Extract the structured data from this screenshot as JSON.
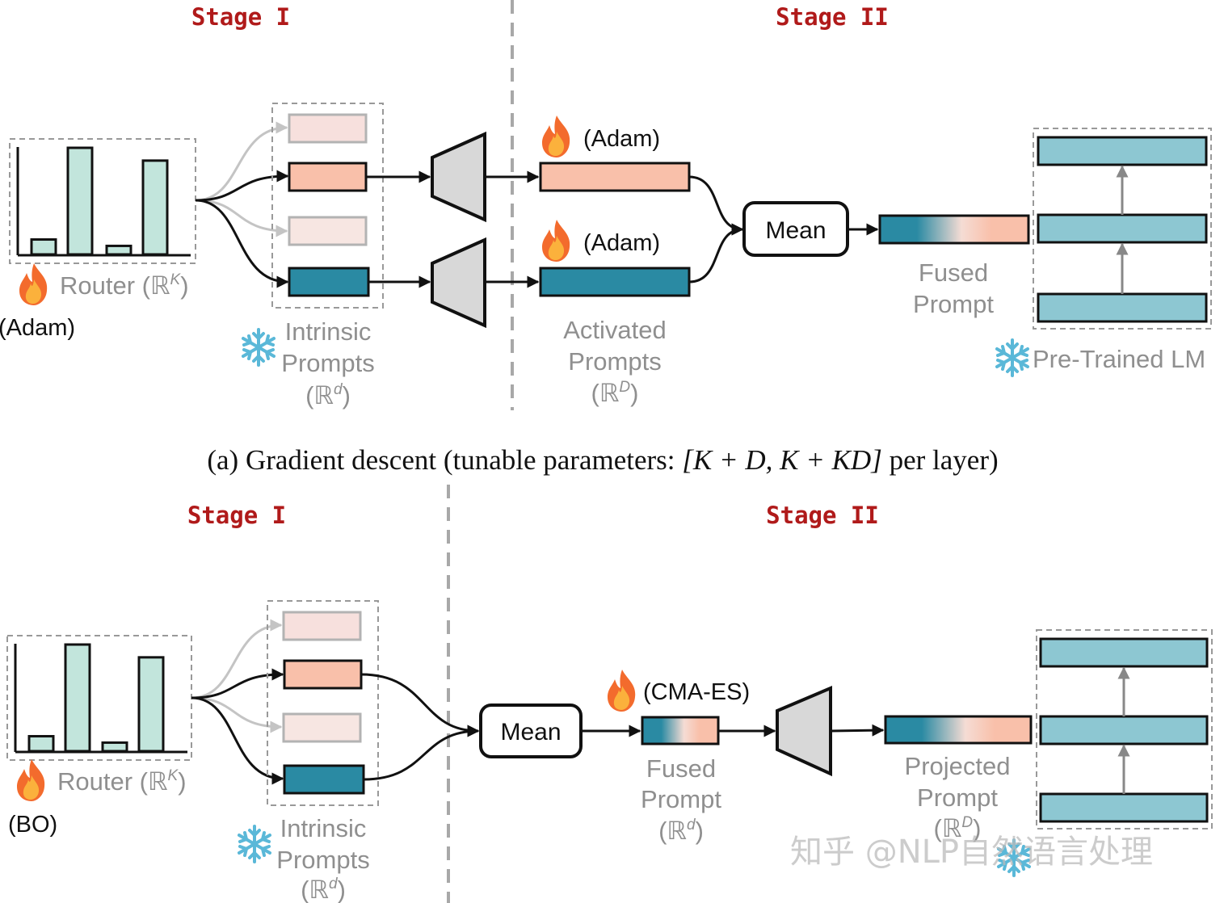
{
  "colors": {
    "stage_title": "#b01a1a",
    "bar_fill": "#c2e5dc",
    "prompt_salmon": "#f9c0aa",
    "prompt_salmon_faded": "#f7e0dd",
    "prompt_teal": "#2a8aa3",
    "lm_layer": "#8dc7d2",
    "frozen_label": "#8f8f8f",
    "snowflake": "#5ab8d8",
    "fire": "#f36b2d"
  },
  "diagram_a": {
    "stage1_title": "Stage I",
    "stage2_title": "Stage II",
    "router_label": "Router (ℝ",
    "router_sup": "K",
    "router_close": ")",
    "router_optimizer": "(Adam)",
    "router_bars": [
      0.14,
      1.0,
      0.08,
      0.88
    ],
    "intrinsic_label_1": "Intrinsic",
    "intrinsic_label_2": "Prompts",
    "intrinsic_dim": "(ℝ",
    "intrinsic_dim_sup": "d",
    "intrinsic_dim_close": ")",
    "optimizer_top": "(Adam)",
    "optimizer_bottom": "(Adam)",
    "activated_label_1": "Activated",
    "activated_label_2": "Prompts",
    "activated_dim": "(ℝ",
    "activated_dim_sup": "D",
    "activated_dim_close": ")",
    "mean_label": "Mean",
    "fused_label_1": "Fused",
    "fused_label_2": "Prompt",
    "lm_label": "Pre-Trained LM",
    "caption_prefix": "(a) Gradient descent (tunable parameters: ",
    "caption_math": "[K + D, K + KD]",
    "caption_suffix": " per layer)"
  },
  "diagram_b": {
    "stage1_title": "Stage I",
    "stage2_title": "Stage II",
    "router_label": "Router (ℝ",
    "router_sup": "K",
    "router_close": ")",
    "router_optimizer": "(BO)",
    "router_bars": [
      0.14,
      1.0,
      0.08,
      0.88
    ],
    "intrinsic_label_1": "Intrinsic",
    "intrinsic_label_2": "Prompts",
    "intrinsic_dim": "(ℝ",
    "intrinsic_dim_sup": "d",
    "intrinsic_dim_close": ")",
    "mean_label": "Mean",
    "fused_optimizer": "(CMA-ES)",
    "fused_label_1": "Fused",
    "fused_label_2": "Prompt",
    "fused_dim": "(ℝ",
    "fused_dim_sup": "d",
    "fused_dim_close": ")",
    "projected_label_1": "Projected",
    "projected_label_2": "Prompt",
    "projected_dim": "(ℝ",
    "projected_dim_sup": "D",
    "projected_dim_close": ")"
  },
  "watermark": "知乎 @NLP自然语言处理"
}
